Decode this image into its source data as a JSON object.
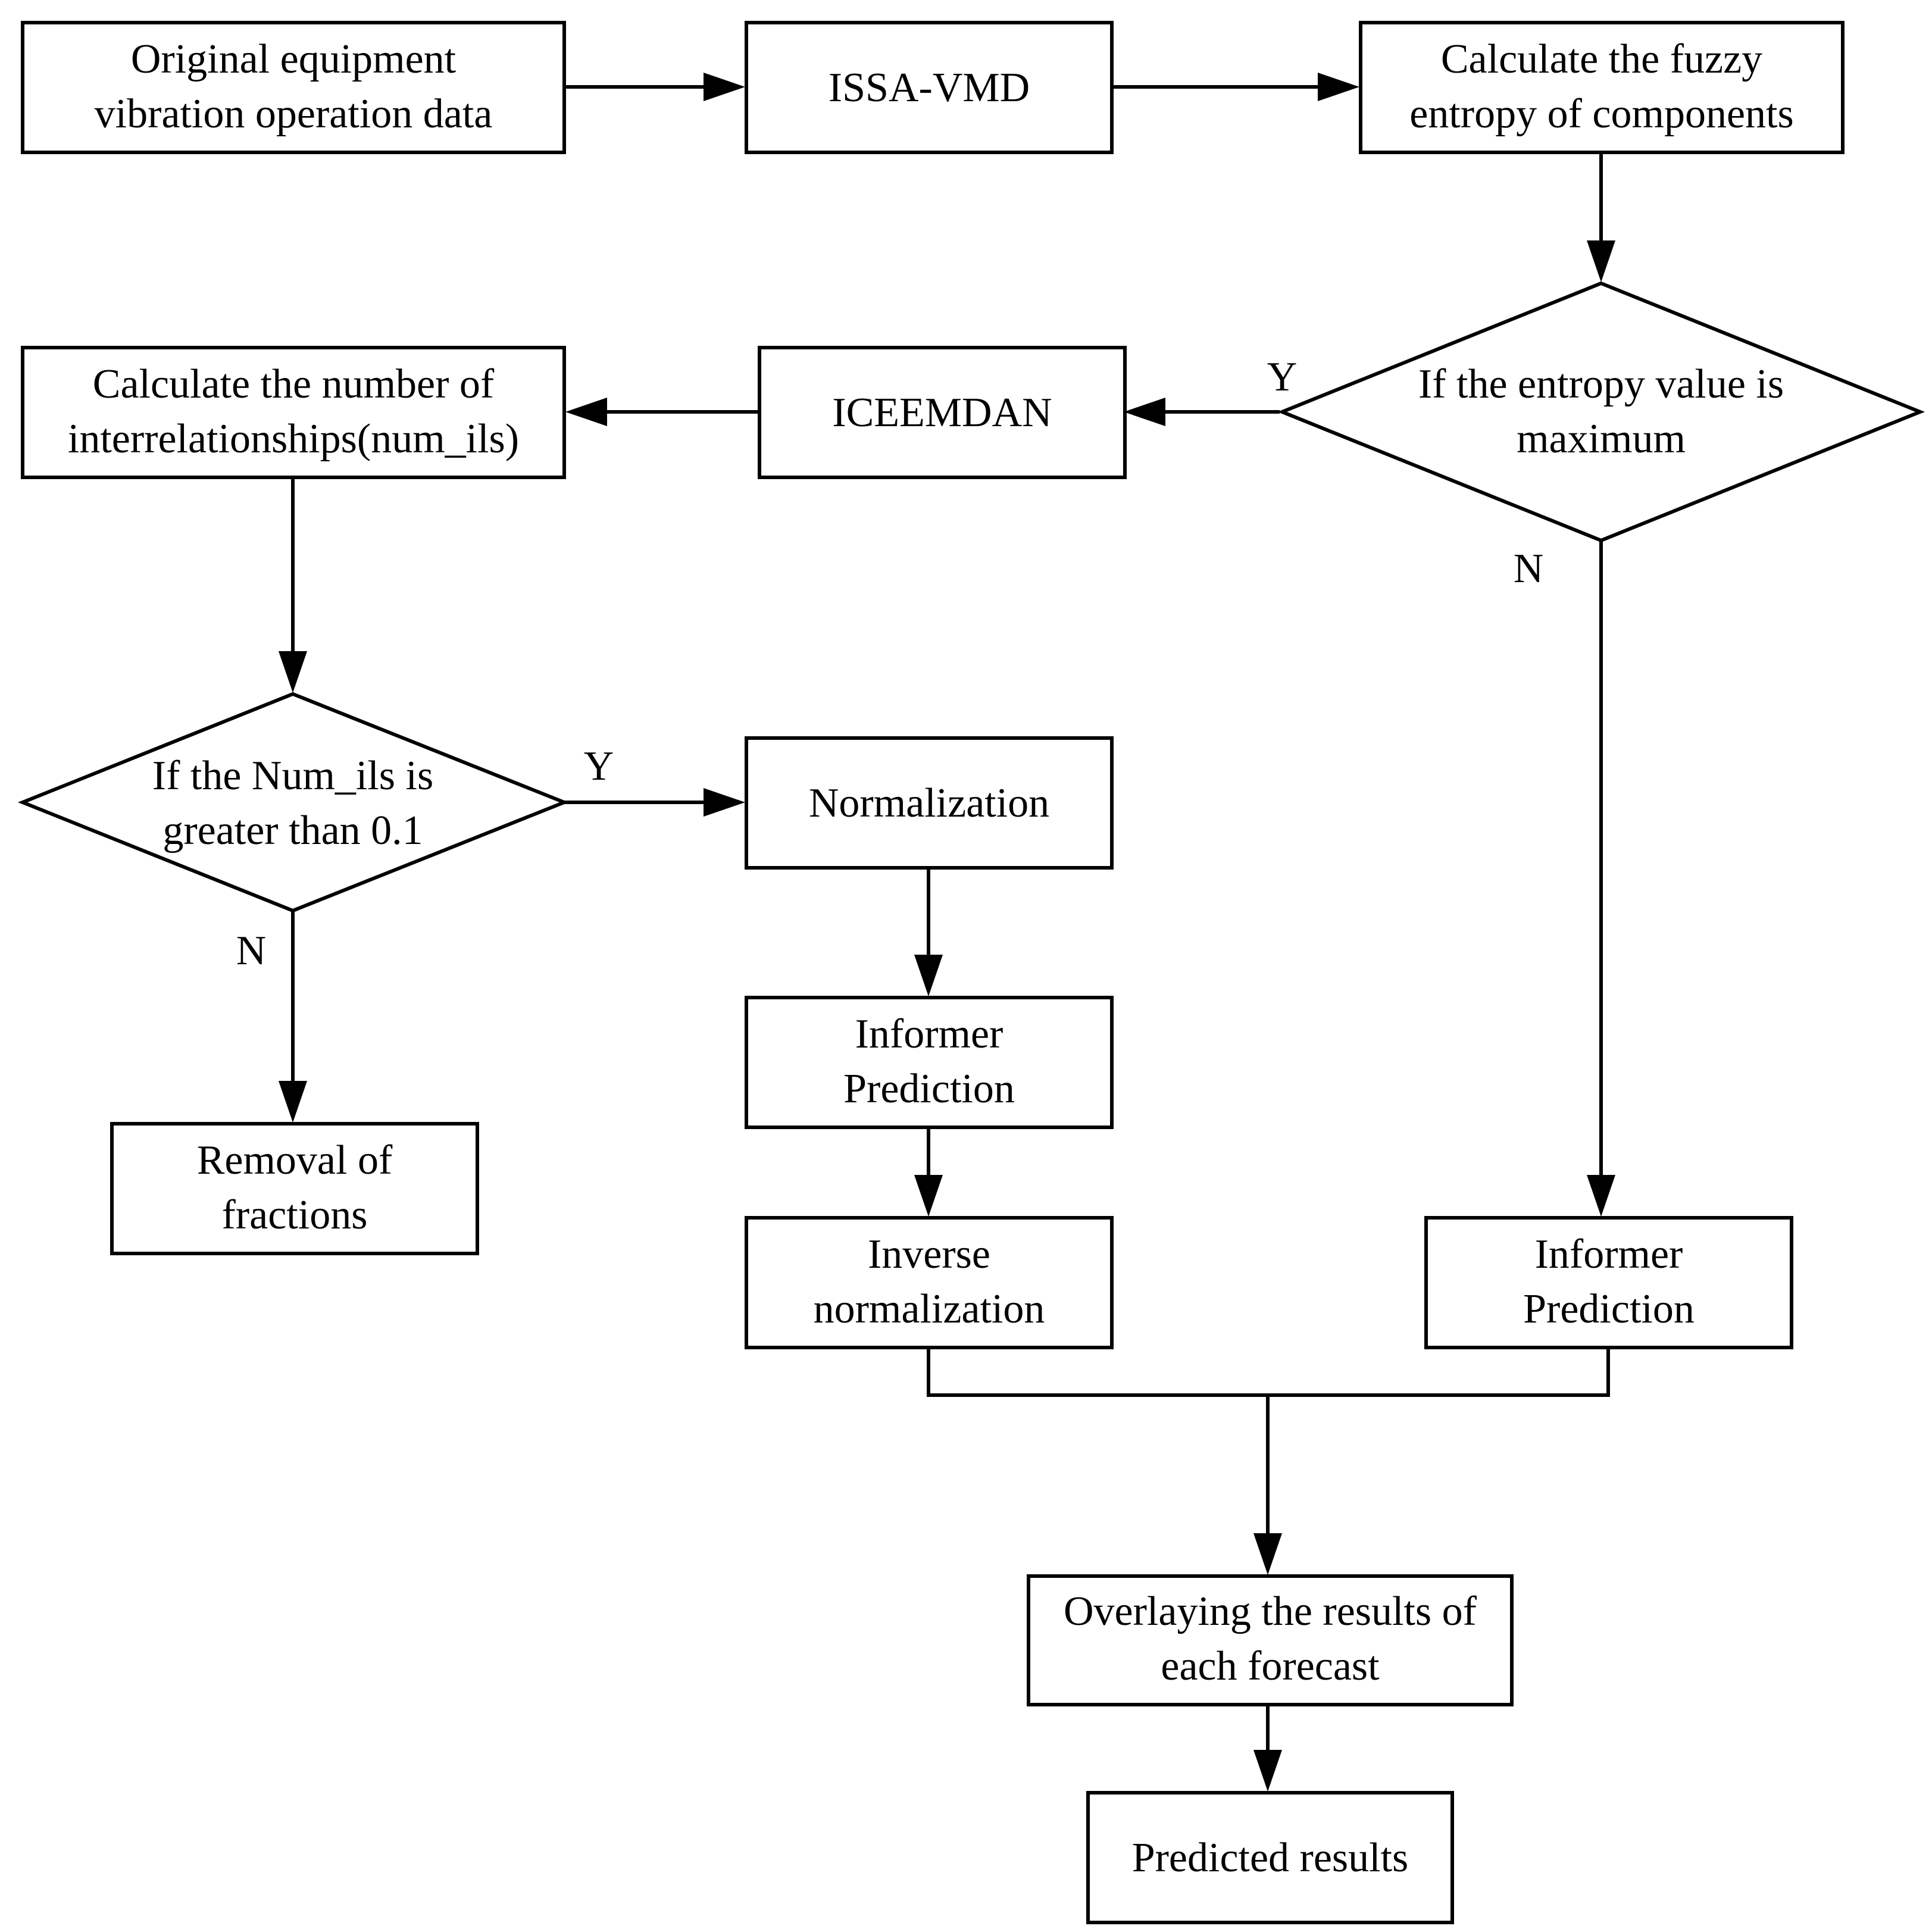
{
  "nodes": {
    "original_data": {
      "lines": [
        "Original equipment",
        "vibration operation data"
      ]
    },
    "issa_vmd": {
      "lines": [
        "ISSA-VMD"
      ]
    },
    "fuzzy_entropy": {
      "lines": [
        "Calculate the fuzzy",
        "entropy of components"
      ]
    },
    "entropy_decision": {
      "lines": [
        "If the entropy value is",
        "maximum"
      ]
    },
    "iceemdan": {
      "lines": [
        "ICEEMDAN"
      ]
    },
    "num_ils_calc": {
      "lines": [
        "Calculate the number of",
        "interrelationships(num_ils)"
      ]
    },
    "num_ils_decision": {
      "lines": [
        "If the Num_ils is",
        "greater than 0.1"
      ]
    },
    "normalization": {
      "lines": [
        "Normalization"
      ]
    },
    "informer_left": {
      "lines": [
        "Informer",
        "Prediction"
      ]
    },
    "inverse_norm": {
      "lines": [
        "Inverse",
        "normalization"
      ]
    },
    "removal": {
      "lines": [
        "Removal of",
        "fractions"
      ]
    },
    "informer_right": {
      "lines": [
        "Informer",
        "Prediction"
      ]
    },
    "overlay": {
      "lines": [
        "Overlaying the results of",
        "each forecast"
      ]
    },
    "predicted": {
      "lines": [
        "Predicted results"
      ]
    }
  },
  "branch_labels": {
    "entropy_yes": "Y",
    "entropy_no": "N",
    "num_ils_yes": "Y",
    "num_ils_no": "N"
  },
  "style": {
    "stroke_color": "#000000",
    "fill_color": "#ffffff"
  }
}
